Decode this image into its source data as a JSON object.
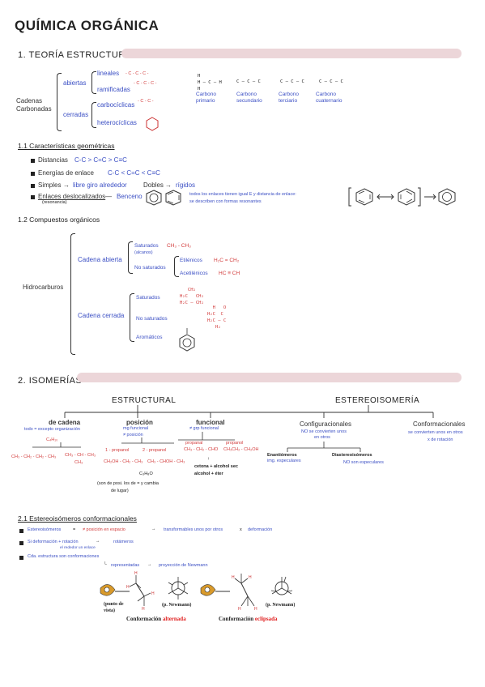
{
  "title": "QUÍMICA ORGÁNICA",
  "s1": {
    "heading": "1. TEORÍA ESTRUCTURAL",
    "cadenas_label": "Cadenas\nCarbonadas",
    "abiertas": "abiertas",
    "lineales": "lineales",
    "ramificadas": "ramificadas",
    "cerradas": "cerradas",
    "carbociclicas": "carbocíclicas",
    "heterociclicas": "heterocíclicas",
    "carbonos": [
      {
        "top": "H\nH — C — H\nH",
        "label": "Carbono\nprimario"
      },
      {
        "top": "C — C — C",
        "label": "Carbono\nsecundario"
      },
      {
        "top": "C — C — C",
        "label": "Carbono\nterciario"
      },
      {
        "top": "C — C — C",
        "label": "Carbono\ncuaternario"
      }
    ]
  },
  "s11": {
    "heading": "1.1 Características geométricas",
    "distancias": "Distancias",
    "dist_val": "C-C > C=C > C≡C",
    "energias": "Energías de enlace",
    "energ_val": "C-C < C=C < C≡C",
    "simples": "Simples",
    "simples_val": "libre giro alrededor",
    "dobles": "Dobles",
    "dobles_val": "rígidos",
    "enlaces": "Enlaces deslocalizados",
    "resonancia": "(resonancia)",
    "benceno": "Benceno",
    "todos": "todos los enlaces tienen igual E y distancia de enlace:",
    "describen": "se describen con formas resonantes"
  },
  "s12": {
    "heading": "1.2 Compuestos orgánicos",
    "hidrocarburos": "Hidrocarburos",
    "cadena_abierta": "Cadena abierta",
    "saturados": "Saturados",
    "alcanos": "(alcanos)",
    "ch3ch3": "CH₃ - CH₃",
    "no_saturados": "No saturados",
    "etilenicos": "Etilénicos",
    "etil_f": "H₂C = CH₂",
    "acetilenicos": "Acetilénicos",
    "acet_f": "HC ≡ CH",
    "cadena_cerrada": "Cadena cerrada",
    "saturados2": "Saturados",
    "no_saturados2": "No saturados",
    "aromaticos": "Aromáticos"
  },
  "s2": {
    "heading": "2. ISOMERÍAS",
    "estructural": "ESTRUCTURAL",
    "estereo": "ESTEREOISOMERÍA",
    "de_cadena": "de cadena",
    "todo_igual": "todo = excepto organización",
    "c4h10": "C₄H₁₀",
    "cad_f1": "CH₃ - CH₂ - CH₂ - CH₃",
    "cad_f2": "CH₃ - CH - CH₃",
    "cad_f2b": "CH₃",
    "posicion": "posición",
    "mg_func": "mg funcional",
    "neq_pos": "≠ posición",
    "prop1": "1 - propanol",
    "prop2": "2 - propanol",
    "prop1f": "CH₂OH - CH₂ - CH₃",
    "prop2f": "CH₃ - CHOH - CH₃",
    "c3h8o": "C₃H₈O",
    "son_pos": "(son de posi. los de = y cambia",
    "de_lugar": "de lugar)",
    "funcional": "funcional",
    "neq_func": "≠ grp funcional",
    "propanal": "propanal",
    "propanol": "propanol",
    "propanal_f": "CH₃ - CH₂ - CHO",
    "propanol_f": "CH₃CH₂ - CH₂OH",
    "cetona": "cetona + alcohol sec",
    "alcohol": "alcohol + éter",
    "configuracionales": "Configuracionales",
    "no_convierten": "NO se convierten unos",
    "en_otros": "en otros",
    "conformacionales": "Conformacionales",
    "se_convierten": "se convierten unos en otros",
    "de_rotacion": "x de rotación",
    "enantiomeros": "Enantiómeros",
    "img_esp": "img. especulares",
    "diastereomeros": "Diastereoisómeros",
    "no_esp": "NO son especulares"
  },
  "s21": {
    "heading": "2.1 Estereoisómeros conformacionales",
    "l1a": "Estereoisómeros",
    "l1b": "≠ posición en espacio",
    "l1c": "transformables unos por otros",
    "l1d": "x",
    "l1e": "deformación",
    "l2a": "Si deformación + rotación",
    "l2b": "el rededor un enlace",
    "l2c": "rotámeros",
    "l3": "Cda. estructura son conformaciones",
    "l4a": "representadas",
    "l4b": "proyección de Newmann",
    "punto": "(punto de\nvista)",
    "pnewman1": "(p. Newmann)",
    "pnewman2": "(p. Newmann)",
    "conf_alt_a": "Conformación ",
    "conf_alt_b": "alternada",
    "conf_ecl_a": "Conformación ",
    "conf_ecl_b": "eclipsada"
  }
}
